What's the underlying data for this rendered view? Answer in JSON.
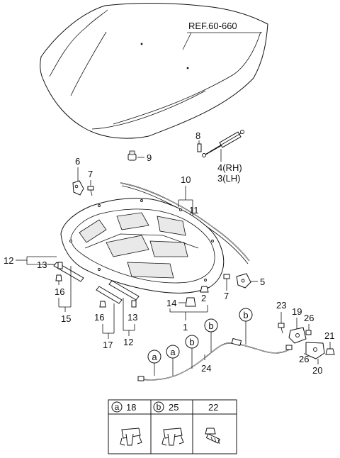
{
  "callouts": {
    "ref": "REF.60-660",
    "p1": "1",
    "p2": "2",
    "p4rh": "4(RH)",
    "p3lh": "3(LH)",
    "p5": "5",
    "p6": "6",
    "p7a": "7",
    "p7b": "7",
    "p8": "8",
    "p9": "9",
    "p10": "10",
    "p11": "11",
    "p12a": "12",
    "p12b": "12",
    "p13a": "13",
    "p13b": "13",
    "p14": "14",
    "p15": "15",
    "p16a": "16",
    "p16b": "16",
    "p17": "17",
    "p19": "19",
    "p20": "20",
    "p21": "21",
    "p23": "23",
    "p24": "24",
    "p26a": "26",
    "p26b": "26"
  },
  "markers": {
    "a": "a",
    "b": "b"
  },
  "legend": {
    "col1_marker": "a",
    "col1_part": "18",
    "col2_marker": "b",
    "col2_part": "25",
    "col3_part": "22"
  }
}
